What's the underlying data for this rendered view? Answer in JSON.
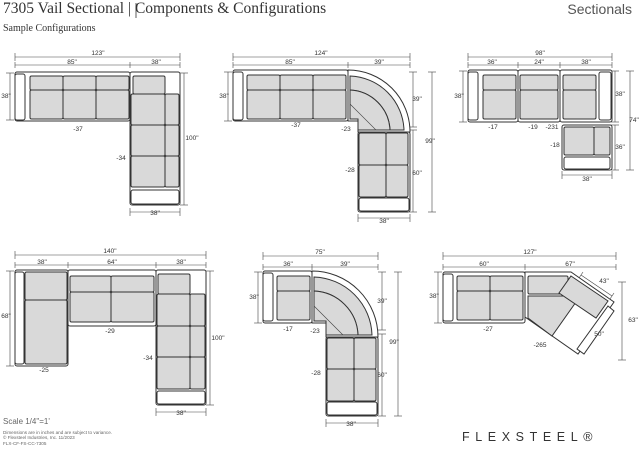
{
  "header": {
    "title": "7305 Vail Sectional | Components & Configurations",
    "category": "Sectionals",
    "subtitle": "Sample Configurations"
  },
  "footer": {
    "scale": "Scale 1/4\"=1'",
    "disclaimer_1": "Dimensions are in inches and are subject to variance.",
    "disclaimer_2": "© Flexsteel Industries, Inc. 11/2023",
    "disclaimer_3": "FLX-CF-FS-CC-7305",
    "brand": "FLEXSTEEL®"
  },
  "configs": [
    {
      "dims": [
        "123\"",
        "85\"",
        "38\"",
        "38\"",
        "100\"",
        "38\""
      ],
      "models": [
        "-37",
        "-34"
      ]
    },
    {
      "dims": [
        "124\"",
        "85\"",
        "39\"",
        "38\"",
        "39\"",
        "99\"",
        "60\"",
        "38\""
      ],
      "models": [
        "-37",
        "-23",
        "-28"
      ]
    },
    {
      "dims": [
        "98\"",
        "36\"",
        "24\"",
        "38\"",
        "38\"",
        "38\"",
        "74\"",
        "36\"",
        "38\""
      ],
      "models": [
        "-17",
        "-19",
        "-231",
        "-18"
      ]
    },
    {
      "dims": [
        "140\"",
        "38\"",
        "64\"",
        "38\"",
        "68\"",
        "100\"",
        "38\""
      ],
      "models": [
        "-29",
        "-25",
        "-34"
      ]
    },
    {
      "dims": [
        "75\"",
        "36\"",
        "39\"",
        "38\"",
        "39\"",
        "99\"",
        "60\"",
        "38\""
      ],
      "models": [
        "-17",
        "-23",
        "-28"
      ]
    },
    {
      "dims": [
        "127\"",
        "60\"",
        "67\"",
        "38\"",
        "43\"",
        "63\"",
        "50\""
      ],
      "models": [
        "-27",
        "-265"
      ]
    }
  ]
}
